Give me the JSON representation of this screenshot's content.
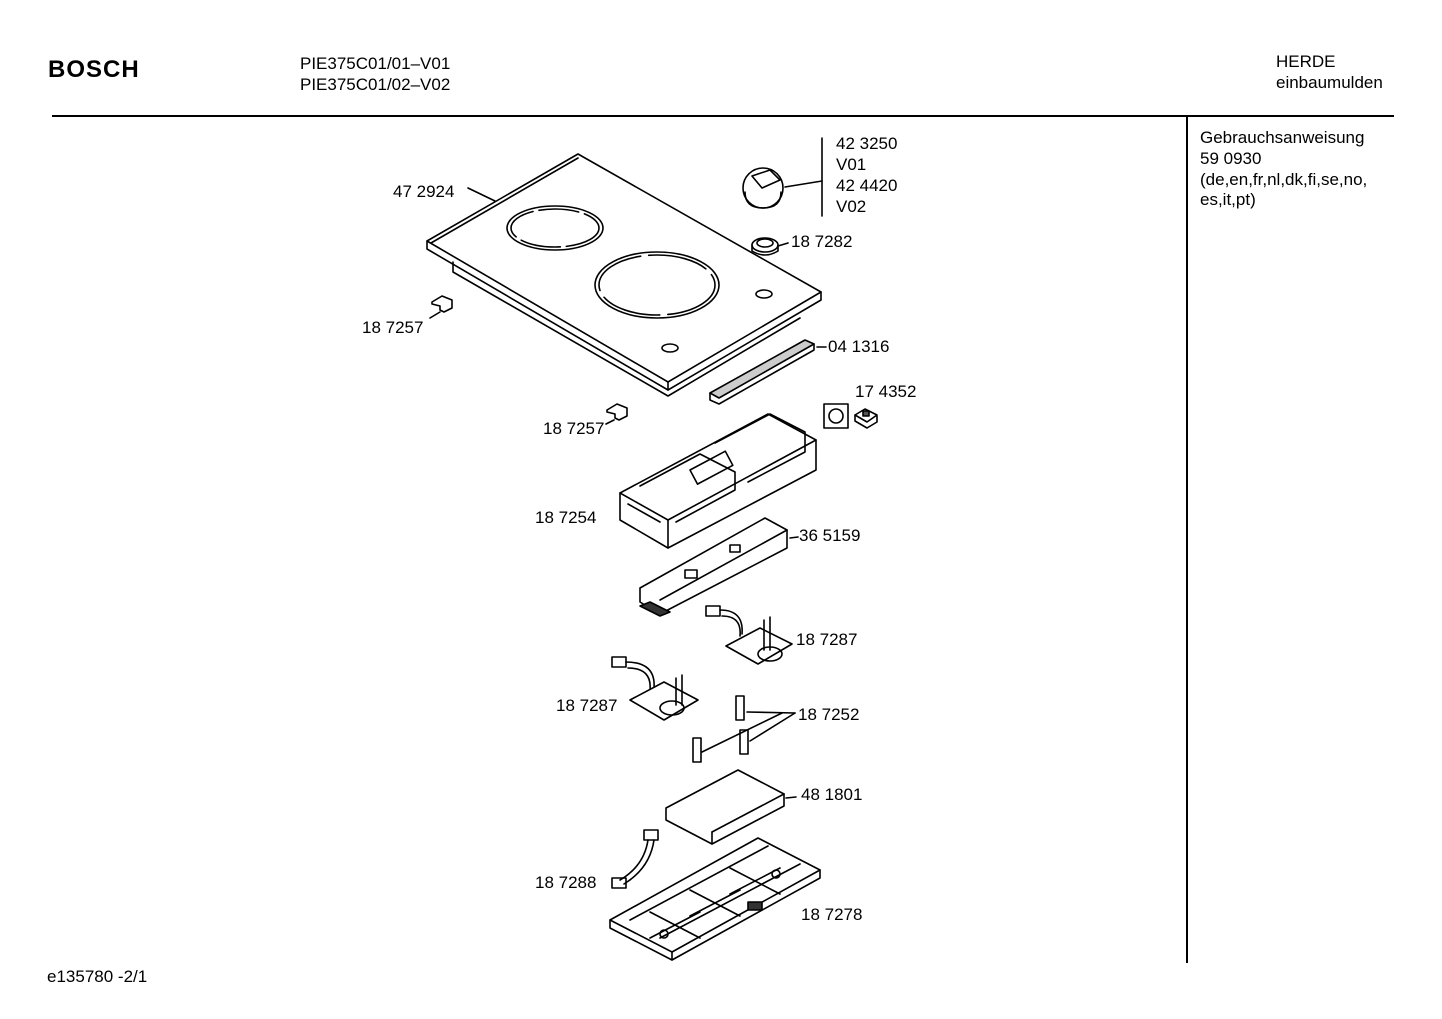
{
  "header": {
    "brand": "BOSCH",
    "models": [
      "PIE375C01/01–V01",
      "PIE375C01/02–V02"
    ],
    "category": [
      "HERDE",
      "einbaumulden"
    ]
  },
  "sidebar": {
    "lines": [
      "Gebrauchsanweisung",
      "59 0930",
      "(de,en,fr,nl,dk,fi,se,no,",
      "es,it,pt)"
    ]
  },
  "parts": {
    "hob_top": "47 2924",
    "knob_v01_no": "42 3250",
    "knob_v01_tag": "V01",
    "knob_v02_no": "42 4420",
    "knob_v02_tag": "V02",
    "knob_ring": "18 7282",
    "clip_upper": "18 7257",
    "clip_lower": "18 7257",
    "seal_strip": "04 1316",
    "sensor": "17 4352",
    "housing": "18 7254",
    "control_board": "36 5159",
    "pot_right": "18 7287",
    "pot_left": "18 7287",
    "spacers": "18 7252",
    "power_board": "48 1801",
    "cable": "18 7288",
    "bottom_cover": "18 7278"
  },
  "footer": {
    "code": "e135780 -2/1"
  }
}
